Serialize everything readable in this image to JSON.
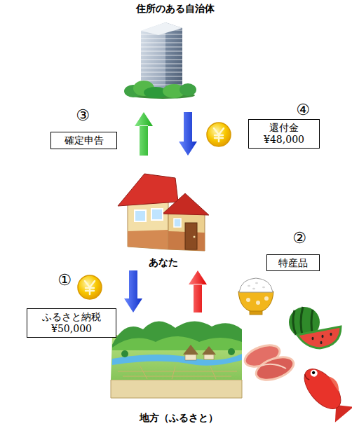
{
  "diagram": {
    "nodes": [
      {
        "text": [
          "住所のある自治体"
        ]
      },
      {
        "text": [
          "確定申告"
        ]
      },
      {
        "text": [
          "還付金",
          "¥48,000"
        ]
      },
      {
        "text": [
          "あなた"
        ]
      },
      {
        "text": [
          "特産品"
        ]
      },
      {
        "text": [
          "ふるさと納税",
          "¥50,000"
        ]
      },
      {
        "text": [
          "地方（ふるさと）"
        ]
      }
    ],
    "edges": [
      {
        "from": 3,
        "to": 0,
        "arrow": "to"
      },
      {
        "from": 0,
        "to": 3,
        "arrow": "to"
      },
      {
        "from": 3,
        "to": 6,
        "arrow": "to"
      },
      {
        "from": 6,
        "to": 3,
        "arrow": "to"
      }
    ],
    "labels": [
      "③",
      "④",
      "②",
      "①"
    ]
  }
}
